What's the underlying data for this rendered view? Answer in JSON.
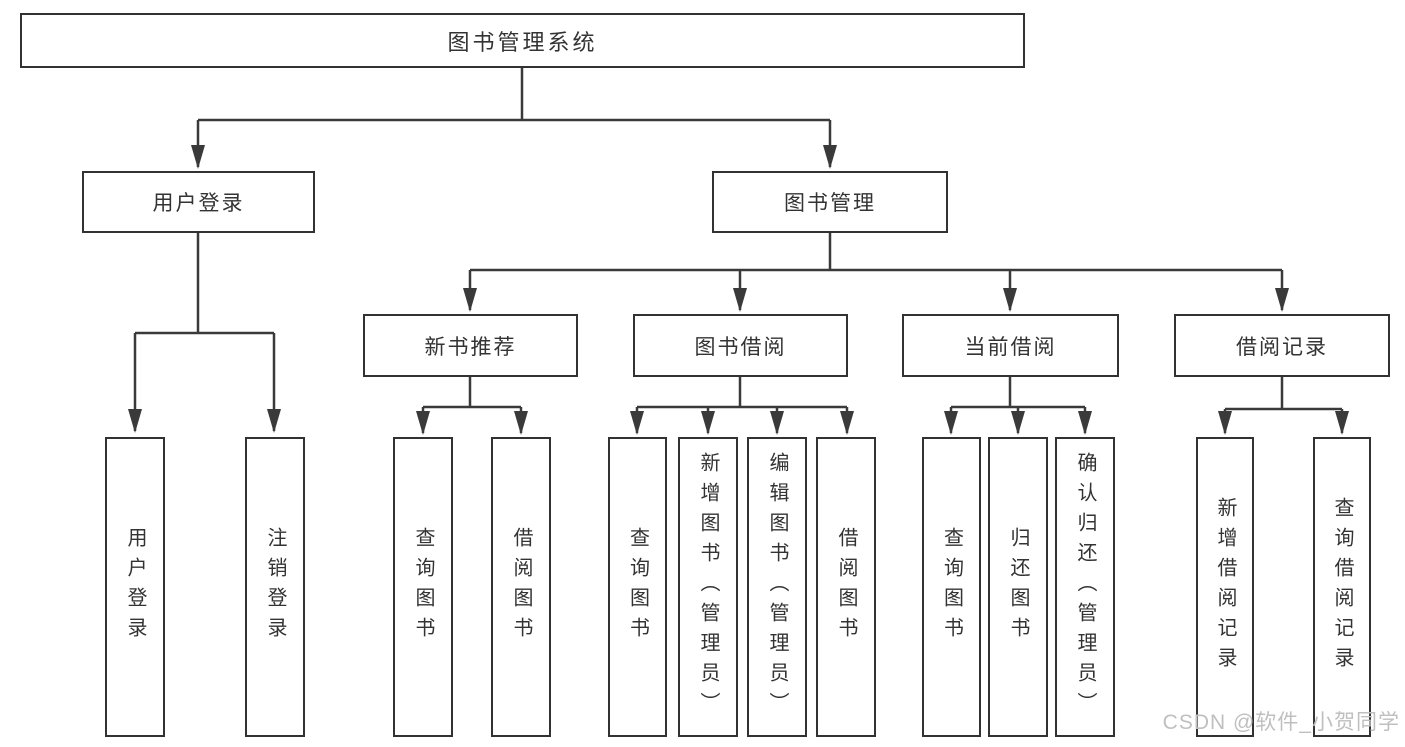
{
  "diagram": {
    "type": "hierarchy-tree",
    "root": {
      "label": "图书管理系统",
      "children": [
        {
          "label": "用户登录",
          "children": [
            {
              "label": "用户登录"
            },
            {
              "label": "注销登录"
            }
          ]
        },
        {
          "label": "图书管理",
          "children": [
            {
              "label": "新书推荐",
              "children": [
                {
                  "label": "查询图书"
                },
                {
                  "label": "借阅图书"
                }
              ]
            },
            {
              "label": "图书借阅",
              "children": [
                {
                  "label": "查询图书"
                },
                {
                  "label": "新增图书（管理员）"
                },
                {
                  "label": "编辑图书（管理员）"
                },
                {
                  "label": "借阅图书"
                }
              ]
            },
            {
              "label": "当前借阅",
              "children": [
                {
                  "label": "查询图书"
                },
                {
                  "label": "归还图书"
                },
                {
                  "label": "确认归还（管理员）"
                }
              ]
            },
            {
              "label": "借阅记录",
              "children": [
                {
                  "label": "新增借阅记录"
                },
                {
                  "label": "查询借阅记录"
                }
              ]
            }
          ]
        }
      ]
    },
    "colors": {
      "line": "#3a3a3a",
      "box_border": "#323232",
      "text": "#333333",
      "background": "#ffffff",
      "watermark": "#bfbfbf"
    }
  },
  "watermark": {
    "text": "CSDN @软件_小贺同学"
  }
}
